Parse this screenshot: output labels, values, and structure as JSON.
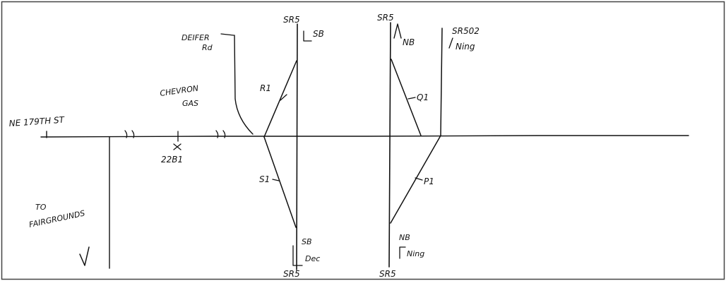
{
  "colors": {
    "ink": "#111111",
    "paper": "#ffffff",
    "frame": "#444444"
  },
  "labels": {
    "sr5_sb_top": "SR5",
    "sb_top": "SB",
    "sr5_nb_top": "SR5",
    "nb_top": "NB",
    "sr502": "SR502",
    "sr502_ramp": "Ning",
    "deifer": "DEIFER",
    "deifer_rd": "Rd",
    "chevron": "CHEVRON",
    "gas": "GAS",
    "ne179": "NE 179TH ST",
    "ramp_r1": "R1",
    "ramp_q1": "Q1",
    "ramp_s1": "S1",
    "ramp_p1": "P1",
    "sensor_id": "22B1",
    "to": "TO",
    "fairgrounds": "FAIRGROUNDS",
    "sb_bottom": "SB",
    "dec": "Dec",
    "sr5_sb_bottom": "SR5",
    "nb_bottom": "NB",
    "ning_bottom": "Ning",
    "sr5_nb_bottom": "SR5"
  }
}
